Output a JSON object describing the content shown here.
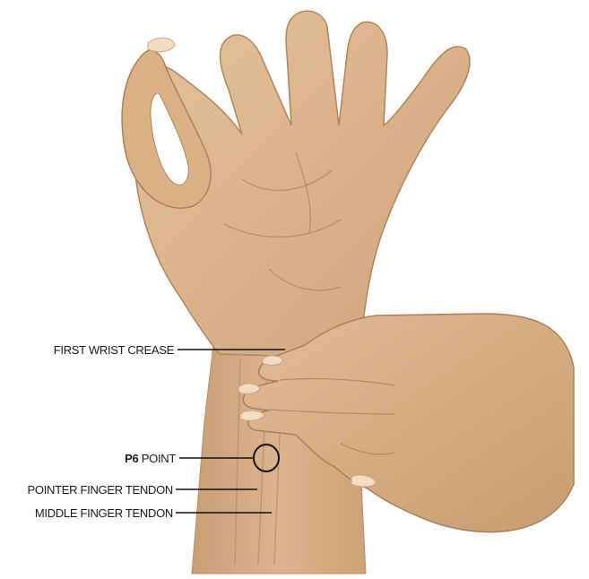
{
  "labels": {
    "first_wrist_crease": "FIRST WRIST CREASE",
    "p6_prefix": "P6",
    "p6_suffix": " POINT",
    "pointer_finger_tendon": "POINTER FINGER TENDON",
    "middle_finger_tendon": "MIDDLE FINGER TENDON"
  },
  "colors": {
    "skin": "#dcb48c",
    "skin_shadow": "#c29a72",
    "skin_dark": "#a47a55",
    "nail": "#f3dcc4",
    "line": "#1a1a1a",
    "background": "#ffffff"
  }
}
